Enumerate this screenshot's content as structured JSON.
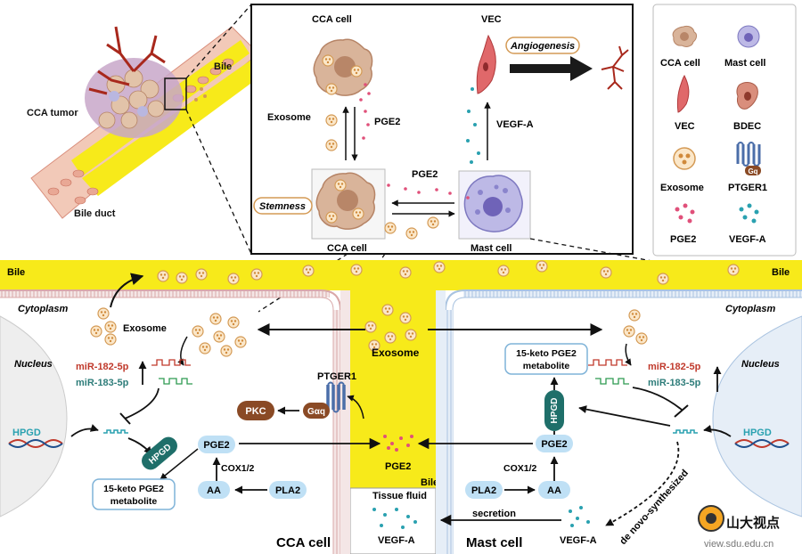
{
  "labels": {
    "cca_tumor": "CCA tumor",
    "bile_duct": "Bile duct",
    "bile_top_illus": "Bile",
    "bile_left": "Bile",
    "bile_right": "Bile",
    "bile_channel": "Bile",
    "cytoplasm_left": "Cytoplasm",
    "cytoplasm_right": "Cytoplasm",
    "nucleus_left": "Nucleus",
    "nucleus_right": "Nucleus",
    "hpgd_left": "HPGD",
    "hpgd_right": "HPGD",
    "exosome_left": "Exosome",
    "exosome_center": "Exosome",
    "mir182_left": "miR-182-5p",
    "mir183_left": "miR-183-5p",
    "mir182_right": "miR-182-5p",
    "mir183_right": "miR-183-5p",
    "hpgd_enzyme_left": "HPGD",
    "hpgd_enzyme_right": "HPGD",
    "keto_left_1": "15-keto PGE2",
    "keto_left_2": "metabolite",
    "keto_right_1": "15-keto PGE2",
    "keto_right_2": "metabolite",
    "pge2_left": "PGE2",
    "pge2_right": "PGE2",
    "pge2_center": "PGE2",
    "cox_left": "COX1/2",
    "cox_right": "COX1/2",
    "aa_left": "AA",
    "aa_right": "AA",
    "pla2_left": "PLA2",
    "pla2_right": "PLA2",
    "ptger1": "PTGER1",
    "gaq": "Gαq",
    "pkc": "PKC",
    "tissue_fluid": "Tissue fluid",
    "vegfa_fluid": "VEGF-A",
    "vegfa_right": "VEGF-A",
    "secretion": "secretion",
    "de_novo": "de novo-synthesized",
    "cca_cell_bottom": "CCA cell",
    "mast_cell_bottom": "Mast cell",
    "watermark_cn": "山大视点",
    "watermark_url": "view.sdu.edu.cn"
  },
  "inset": {
    "cca_cell_top": "CCA cell",
    "vec": "VEC",
    "angiogenesis": "Angiogenesis",
    "exosome": "Exosome",
    "pge2_vertical": "PGE2",
    "vegfa": "VEGF-A",
    "stemness": "Stemness",
    "pge2_horizontal": "PGE2",
    "cca_cell_bottom": "CCA cell",
    "mast_cell": "Mast cell"
  },
  "legend": {
    "items": [
      {
        "label": "CCA cell",
        "icon": "cca-cell-icon"
      },
      {
        "label": "Mast cell",
        "icon": "mast-cell-icon"
      },
      {
        "label": "VEC",
        "icon": "vec-icon"
      },
      {
        "label": "BDEC",
        "icon": "bdec-icon"
      },
      {
        "label": "Exosome",
        "icon": "exosome-icon"
      },
      {
        "label": "PTGER1",
        "icon": "ptger1-icon"
      },
      {
        "label": "PGE2",
        "icon": "pge2-icon"
      },
      {
        "label": "VEGF-A",
        "icon": "vegfa-icon"
      }
    ],
    "gq_badge": "Gq"
  },
  "colors": {
    "bile_yellow": "#f7ea1a",
    "cca_cell": "#d9b49a",
    "mast_cell": "#b9b7e0",
    "vec": "#e0686a",
    "mirna_red": "#c0392b",
    "mirna_teal": "#2e7d7a",
    "pill_blue": "#bfe0f5",
    "hpgd_green": "#1f6f6a",
    "pkc_brown": "#8a4a25",
    "pge2_pink": "#e0507a",
    "vegf_teal": "#2aa1b0"
  }
}
